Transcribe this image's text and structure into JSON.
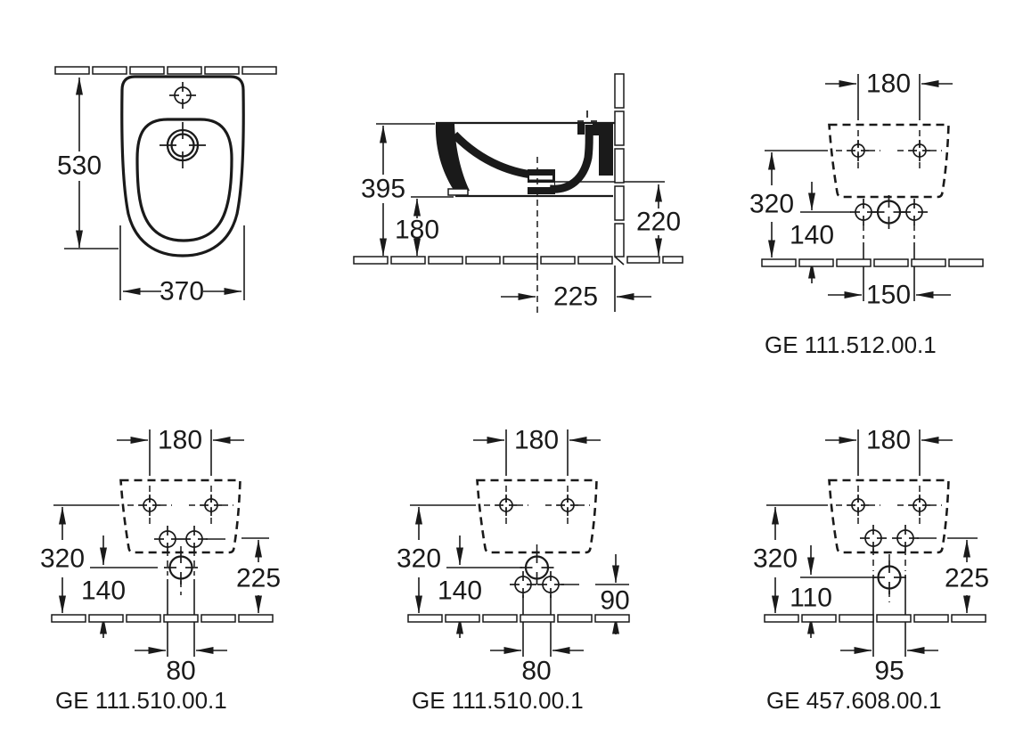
{
  "drawing": {
    "type": "wall-hung bidet installation drawing",
    "ink_color": "#1a1a1a",
    "paper_color": "#ffffff",
    "plan": {
      "height": "530",
      "width": "370"
    },
    "section": {
      "height": "395",
      "underside": "180",
      "outlet_height": "220",
      "outlet_to_wall": "225"
    },
    "tpl512": {
      "code": "GE 111.512.00.1",
      "fixing_span": "180",
      "fixing_height": "320",
      "row_height": "140",
      "row_span": "150"
    },
    "tpl510a": {
      "code": "GE 111.510.00.1",
      "fixing_span": "180",
      "fixing_height": "320",
      "drain_height": "140",
      "supply_height": "225",
      "drain_span": "80"
    },
    "tpl510b": {
      "code": "GE 111.510.00.1",
      "fixing_span": "180",
      "fixing_height": "320",
      "drain_height": "140",
      "supply_height": "90",
      "drain_span": "80"
    },
    "tpl457": {
      "code": "GE 457.608.00.1",
      "fixing_span": "180",
      "fixing_height": "320",
      "drain_height": "110",
      "supply_height": "225",
      "drain_span": "95"
    }
  }
}
